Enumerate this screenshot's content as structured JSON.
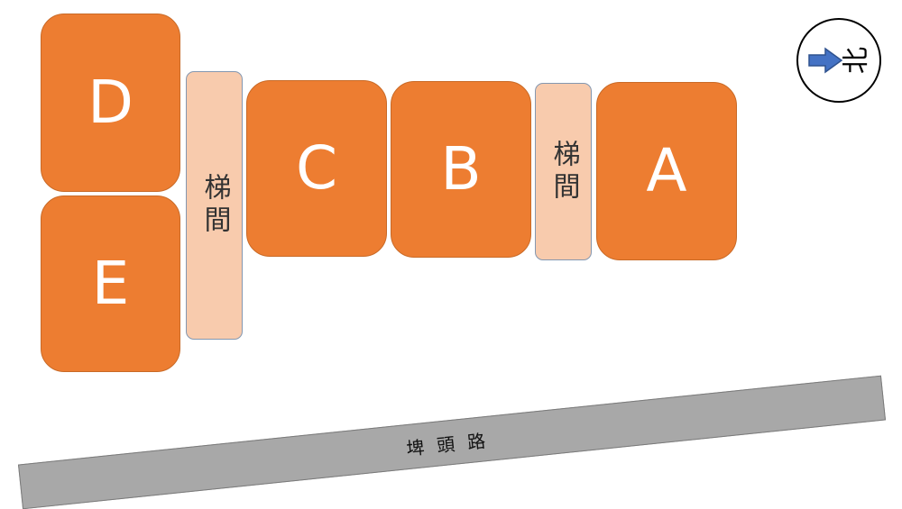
{
  "units": [
    {
      "id": "D",
      "label": "D"
    },
    {
      "id": "E",
      "label": "E"
    },
    {
      "id": "C",
      "label": "C"
    },
    {
      "id": "B",
      "label": "B"
    },
    {
      "id": "A",
      "label": "A"
    }
  ],
  "stairwells": [
    {
      "label": "梯間"
    },
    {
      "label": "梯間"
    }
  ],
  "road": {
    "label": "埤頭路"
  },
  "compass": {
    "label": "北",
    "arrow_icon": "arrow-right-icon"
  },
  "colors": {
    "unit_fill": "#ED7D31",
    "stair_fill": "#F8CBAD",
    "road_fill": "#A8A8A8",
    "arrow_fill": "#4472C4"
  }
}
